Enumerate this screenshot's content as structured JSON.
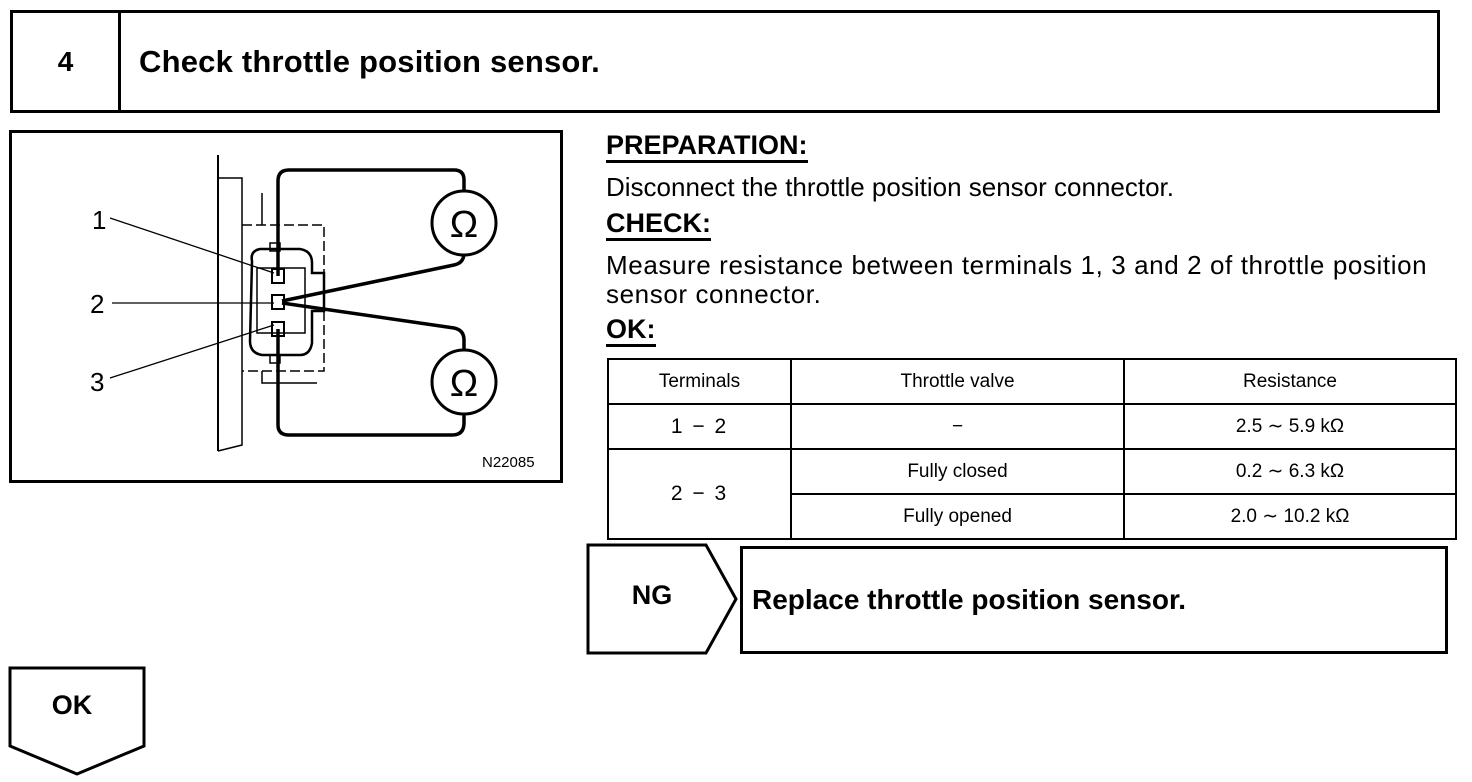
{
  "step": {
    "number": "4",
    "title": "Check throttle position sensor."
  },
  "diagram": {
    "code": "N22085",
    "terminal_labels": [
      "1",
      "2",
      "3"
    ],
    "meter_symbol": "Ω"
  },
  "preparation": {
    "heading": "PREPARATION:",
    "text": "Disconnect the throttle position sensor connector."
  },
  "check": {
    "heading": "CHECK:",
    "text": "Measure resistance between terminals 1, 3 and 2 of throttle position sensor connector."
  },
  "ok_section": {
    "heading": "OK:"
  },
  "spec_table": {
    "headers": [
      "Terminals",
      "Throttle valve",
      "Resistance"
    ],
    "rows": [
      {
        "terminals": "1 − 2",
        "valve": "−",
        "resistance": "2.5 ∼ 5.9 kΩ"
      },
      {
        "terminals": "2 − 3",
        "valve": "Fully closed",
        "resistance": "0.2 ∼ 6.3 kΩ"
      },
      {
        "terminals": "",
        "valve": "Fully opened",
        "resistance": "2.0 ∼ 10.2 kΩ"
      }
    ]
  },
  "ng_branch": {
    "label": "NG",
    "action": "Replace throttle position sensor."
  },
  "ok_branch": {
    "label": "OK"
  }
}
